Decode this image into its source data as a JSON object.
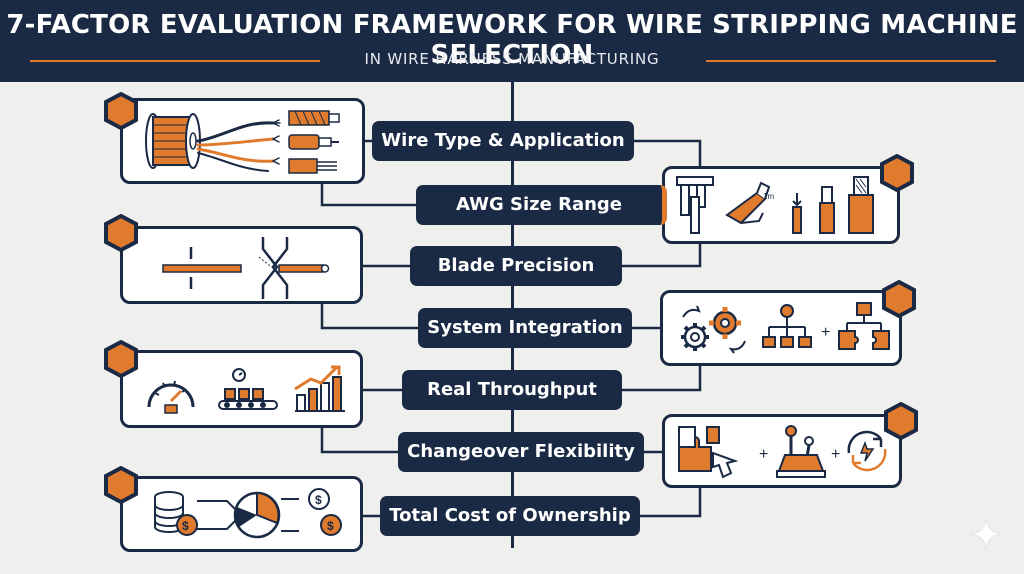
{
  "header": {
    "title": "7-FACTOR EVALUATION FRAMEWORK FOR WIRE STRIPPING MACHINE SELECTION",
    "subtitle": "IN WIRE HARNESS MANUFACTURING"
  },
  "factors": [
    {
      "label": "Wire Type & Application",
      "icon": "wire-spool-and-cable-types-icon"
    },
    {
      "label": "AWG Size Range",
      "icon": "caliper-and-wire-gauge-icon"
    },
    {
      "label": "Blade Precision",
      "icon": "blade-cut-alignment-icon"
    },
    {
      "label": "System Integration",
      "icon": "gears-and-org-chart-icon"
    },
    {
      "label": "Real Throughput",
      "icon": "speedometer-conveyor-growth-icon"
    },
    {
      "label": "Changeover Flexibility",
      "icon": "puzzle-lever-cycle-icon"
    },
    {
      "label": "Total Cost of Ownership",
      "icon": "coins-pie-dollar-icon"
    }
  ],
  "colors": {
    "navy": "#1b2a44",
    "orange": "#e07b2e",
    "background": "#efefed"
  }
}
